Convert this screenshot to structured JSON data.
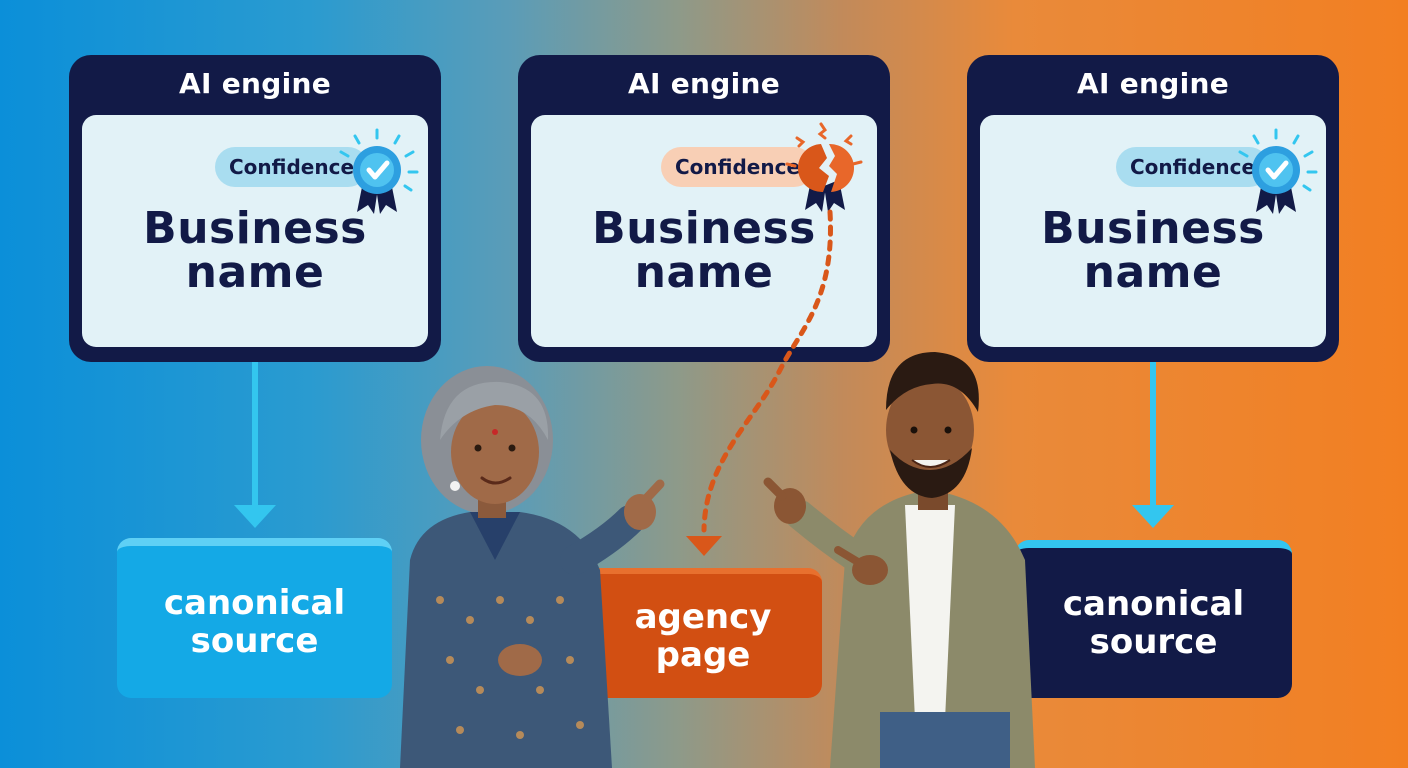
{
  "engines": [
    {
      "title": "AI engine",
      "confidence_label": "Confidence",
      "business_name": "Business\nname",
      "badge": "badge-check-icon"
    },
    {
      "title": "AI engine",
      "confidence_label": "Confidence",
      "business_name": "Business\nname",
      "badge": "badge-broken-icon"
    },
    {
      "title": "AI engine",
      "confidence_label": "Confidence",
      "business_name": "Business\nname",
      "badge": "badge-check-icon"
    }
  ],
  "sources": [
    {
      "label": "canonical\nsource"
    },
    {
      "label": "agency\npage"
    },
    {
      "label": "canonical\nsource"
    }
  ],
  "colors": {
    "navy": "#121a47",
    "cyan": "#33c6ef",
    "orange": "#d9571a",
    "screen": "#e2f2f7"
  }
}
